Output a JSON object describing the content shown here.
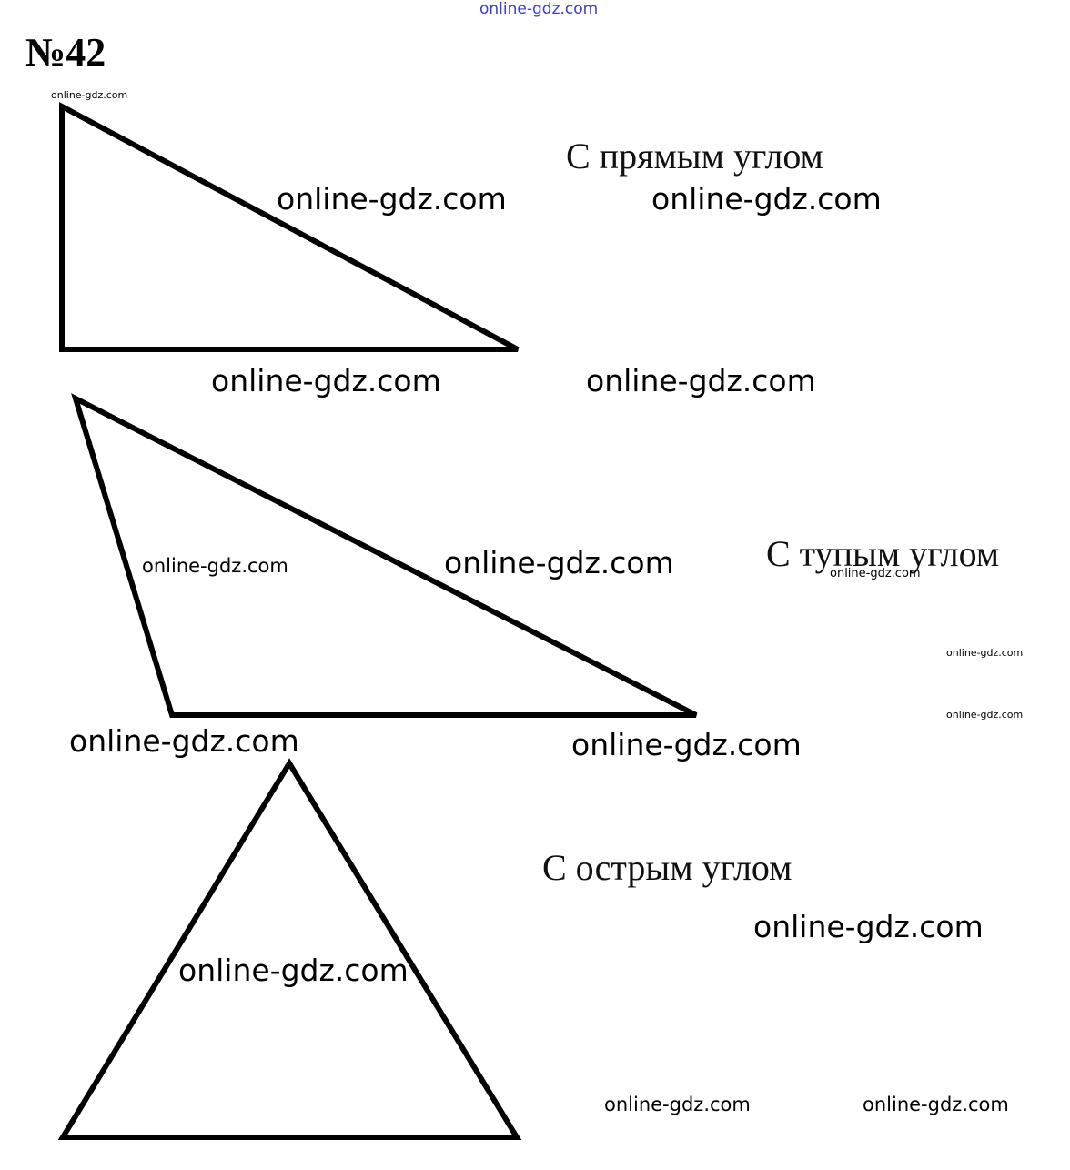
{
  "problem_number": "№42",
  "captions": {
    "right": "С прямым углом",
    "obtuse": "С тупым углом",
    "acute": "С острым углом"
  },
  "watermark": "online-gdz.com",
  "colors": {
    "stroke": "#000000",
    "top_watermark": "#3b3bd6"
  }
}
